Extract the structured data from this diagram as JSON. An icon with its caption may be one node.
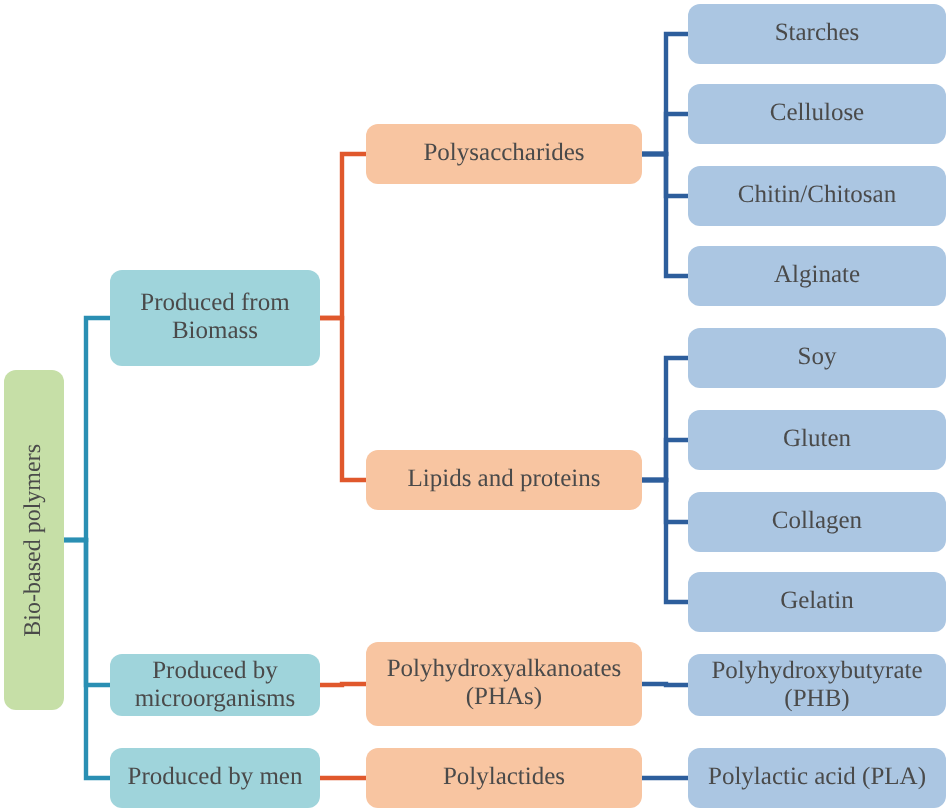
{
  "diagram": {
    "nodes": [
      {
        "text": [
          "Bio-based polymers"
        ]
      },
      {
        "text": [
          "Produced from Biomass"
        ]
      },
      {
        "text": [
          "Polysaccharides"
        ]
      },
      {
        "text": [
          "Starches"
        ]
      },
      {
        "text": [
          "Cellulose"
        ]
      },
      {
        "text": [
          "Chitin/Chitosan"
        ]
      },
      {
        "text": [
          "Alginate"
        ]
      },
      {
        "text": [
          "Lipids and proteins"
        ]
      },
      {
        "text": [
          "Soy"
        ]
      },
      {
        "text": [
          "Gluten"
        ]
      },
      {
        "text": [
          "Collagen"
        ]
      },
      {
        "text": [
          "Gelatin"
        ]
      },
      {
        "text": [
          "Produced by microorganisms"
        ]
      },
      {
        "text": [
          "Polyhydroxyalkanoates (PHAs)"
        ]
      },
      {
        "text": [
          "Polyhydroxybutyrate (PHB)"
        ]
      },
      {
        "text": [
          "Produced by men"
        ]
      },
      {
        "text": [
          "Polylactides"
        ]
      },
      {
        "text": [
          "Polylactic acid (PLA)"
        ]
      }
    ],
    "edges": [
      {
        "from": 0,
        "to": 1,
        "arrow": "none",
        "color": "#2a8fb3"
      },
      {
        "from": 0,
        "to": 12,
        "arrow": "none",
        "color": "#2a8fb3"
      },
      {
        "from": 0,
        "to": 15,
        "arrow": "none",
        "color": "#2a8fb3"
      },
      {
        "from": 1,
        "to": 2,
        "arrow": "none",
        "color": "#e0582c"
      },
      {
        "from": 1,
        "to": 7,
        "arrow": "none",
        "color": "#e0582c"
      },
      {
        "from": 12,
        "to": 13,
        "arrow": "none",
        "color": "#e0582c"
      },
      {
        "from": 15,
        "to": 16,
        "arrow": "none",
        "color": "#e0582c"
      },
      {
        "from": 2,
        "to": 3,
        "arrow": "none"
      },
      {
        "from": 2,
        "to": 4,
        "arrow": "none"
      },
      {
        "from": 2,
        "to": 5,
        "arrow": "none"
      },
      {
        "from": 2,
        "to": 6,
        "arrow": "none"
      },
      {
        "from": 7,
        "to": 8,
        "arrow": "none"
      },
      {
        "from": 7,
        "to": 9,
        "arrow": "none"
      },
      {
        "from": 7,
        "to": 10,
        "arrow": "none"
      },
      {
        "from": 7,
        "to": 11,
        "arrow": "none"
      },
      {
        "from": 13,
        "to": 14,
        "arrow": "none"
      },
      {
        "from": 16,
        "to": 17,
        "arrow": "none"
      }
    ]
  }
}
